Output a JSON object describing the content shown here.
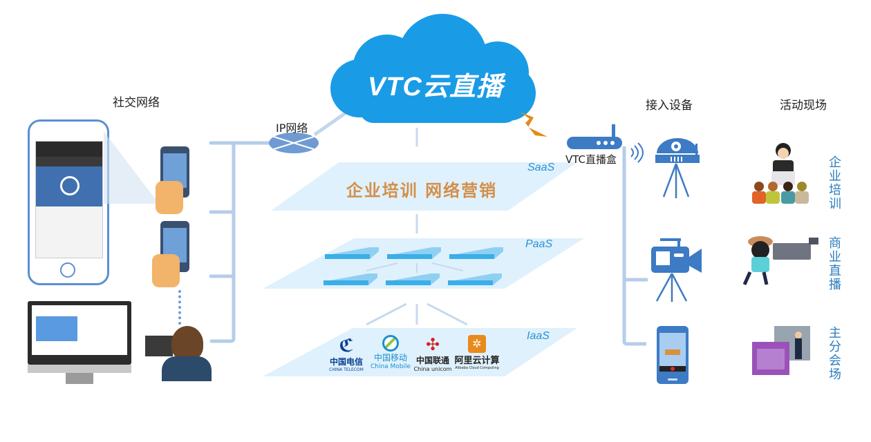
{
  "cloud": {
    "title": "VTC云直播",
    "icon": "cloud-icon",
    "color": "#1a9be6"
  },
  "columns": {
    "social": "社交网络",
    "ip": "IP网络",
    "access": "接入设备",
    "scene": "活动现场"
  },
  "router": {
    "label": "VTC直播盒",
    "icon": "router-icon"
  },
  "layers": {
    "saas": {
      "tag": "SaaS",
      "text": "企业培训  网络营销"
    },
    "paas": {
      "tag": "PaaS",
      "servers": 6
    },
    "iaas": {
      "tag": "IaaS",
      "providers": [
        {
          "name": "中国电信",
          "en": "CHINA TELECOM",
          "color": "#0b3f8f",
          "icon": "china-telecom-logo"
        },
        {
          "name": "中国移动",
          "en": "China Mobile",
          "color": "#1a8fd0",
          "icon": "china-mobile-logo"
        },
        {
          "name": "中国联通",
          "en": "China unicom",
          "color": "#d21f26",
          "icon": "china-unicom-logo"
        },
        {
          "name": "阿里云计算",
          "en": "Alibaba Cloud Computing",
          "color": "#e88a1c",
          "icon": "alibaba-cloud-logo"
        }
      ]
    }
  },
  "devices": [
    {
      "icon": "ptz-camera-icon"
    },
    {
      "icon": "video-camera-icon"
    },
    {
      "icon": "smartphone-icon"
    }
  ],
  "scenes": [
    {
      "label": "企业培训",
      "icon": "speaker-podium-illustration"
    },
    {
      "label": "商业直播",
      "icon": "cameraman-illustration"
    },
    {
      "label": "主分会场",
      "icon": "stage-venue-illustration"
    }
  ],
  "colors": {
    "line": "#b6cde9",
    "device": "#3d7bc4",
    "layer": "#dff1fc",
    "accent": "#e58a1a"
  }
}
